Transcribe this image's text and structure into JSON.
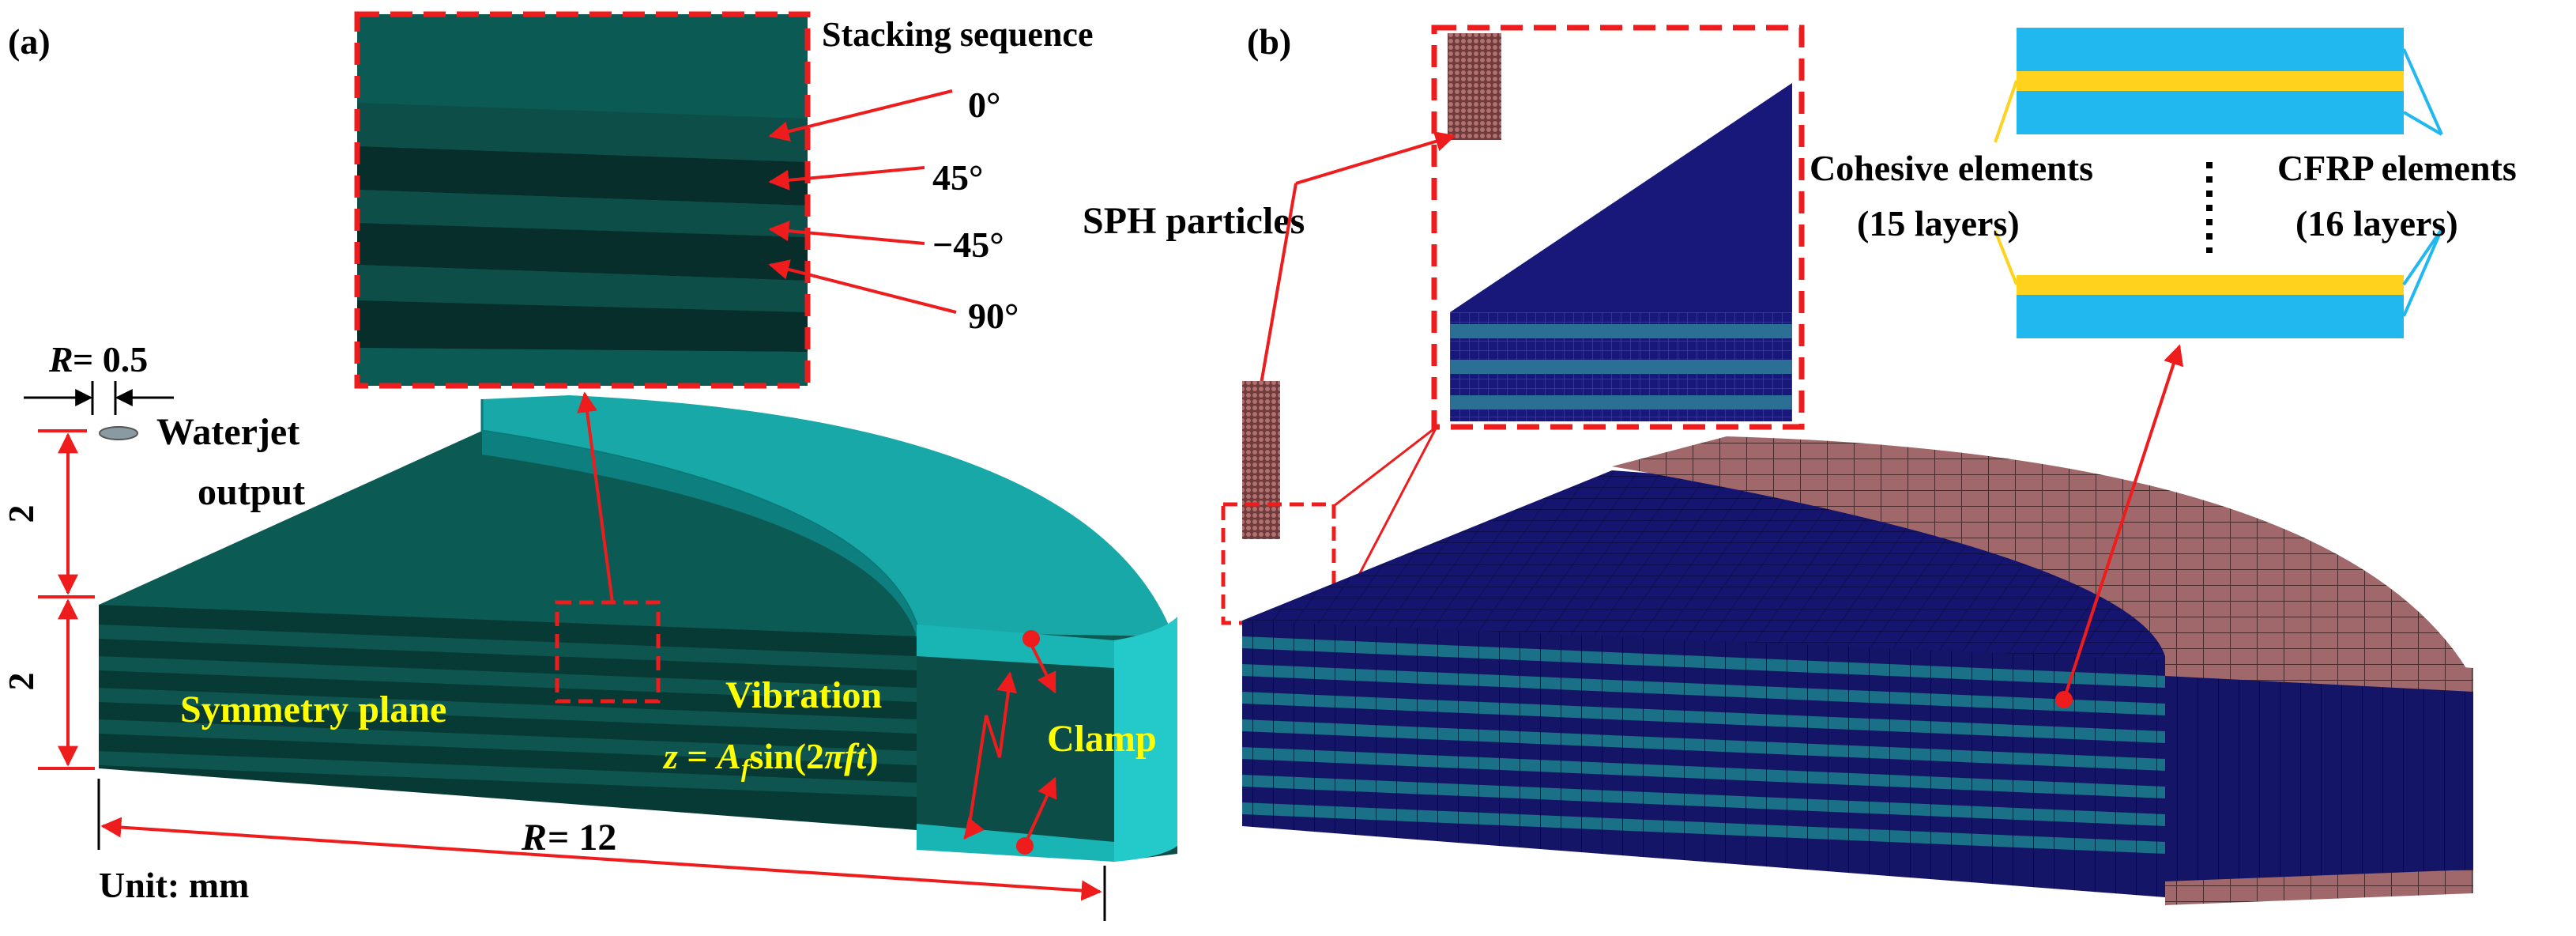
{
  "panel_a": {
    "label": "(a)",
    "stacking_title": "Stacking sequence",
    "angles": [
      "0°",
      "45°",
      "−45°",
      "90°"
    ],
    "waterjet_radius_R": "R",
    "waterjet_radius_value": " = 0.5",
    "waterjet_label_line1": "Waterjet",
    "waterjet_label_line2": "output",
    "dim_upper": "2",
    "dim_lower": "2",
    "symmetry_label": "Symmetry plane",
    "vibration_label": "Vibration",
    "vibration_eq_z": "z",
    "vibration_eq_eq": " = ",
    "vibration_eq_A": "A",
    "vibration_eq_sub": "f",
    "vibration_eq_sin": "sin(2",
    "vibration_eq_pi": "π",
    "vibration_eq_ft": "ft",
    "vibration_eq_close": ")",
    "clamp_label": "Clamp",
    "radius_R": "R",
    "radius_value": " = 12",
    "unit_label": "Unit: mm"
  },
  "panel_b": {
    "label": "(b)",
    "sph_label": "SPH particles",
    "cohesive_line1": "Cohesive elements",
    "cohesive_line2": "(15 layers)",
    "cfrp_line1": "CFRP elements",
    "cfrp_line2": "(16 layers)"
  },
  "colors": {
    "annotation_red": "#ee1c1c",
    "yellow_text": "#ffff00",
    "laminate_teal": "#0c5a54",
    "laminate_dark": "#083a35",
    "clamp_cyan": "#19b5b5",
    "mesh_navy": "#15156e",
    "mesh_teal": "#1a6d7d",
    "clamp_rose": "#a0686a",
    "cfrp_blue": "#21b8f0",
    "cohesive_yellow": "#ffd21e"
  }
}
